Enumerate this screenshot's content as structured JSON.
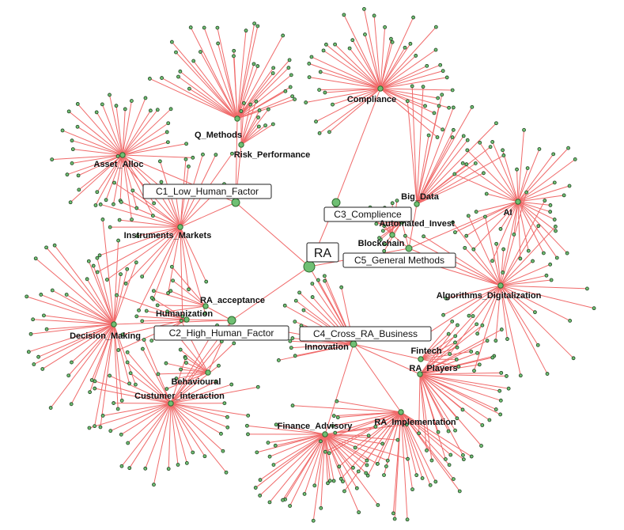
{
  "diagram": {
    "root": "RA",
    "categories": [
      {
        "id": "c1",
        "label": "C1_Low_Human_Factor",
        "topics": [
          {
            "id": "asset",
            "label": "Asset_Alloc",
            "leaves": 38
          },
          {
            "id": "qmeth",
            "label": "Q_Methods",
            "leaves": 30
          },
          {
            "id": "riskperf",
            "label": "Risk_Performance",
            "leaves": 10
          },
          {
            "id": "instr",
            "label": "Instruments_Markets",
            "leaves": 30
          }
        ]
      },
      {
        "id": "c2",
        "label": "C2_High_Human_Factor",
        "topics": [
          {
            "id": "raacc",
            "label": "RA_acceptance",
            "leaves": 6
          },
          {
            "id": "human",
            "label": "Humanization",
            "leaves": 8
          },
          {
            "id": "decis",
            "label": "Decision_Making",
            "leaves": 36
          },
          {
            "id": "behav",
            "label": "Behavioural",
            "leaves": 10
          },
          {
            "id": "cust",
            "label": "Custumer_interaction",
            "leaves": 38
          }
        ]
      },
      {
        "id": "c3",
        "label": "C3_Complience",
        "topics": [
          {
            "id": "compl",
            "label": "Compliance",
            "leaves": 40
          }
        ]
      },
      {
        "id": "c4",
        "label": "C4_Cross_RA_Business",
        "topics": [
          {
            "id": "innov",
            "label": "Innovation",
            "leaves": 18
          },
          {
            "id": "fintech",
            "label": "Fintech",
            "leaves": 8
          },
          {
            "id": "raplay",
            "label": "RA_Players",
            "leaves": 30
          },
          {
            "id": "finadv",
            "label": "Finance_Advisory",
            "leaves": 38
          },
          {
            "id": "raimpl",
            "label": "RA_Implementation",
            "leaves": 32
          }
        ]
      },
      {
        "id": "c5",
        "label": "C5_General Methods",
        "topics": [
          {
            "id": "bigdata",
            "label": "Big_Data",
            "leaves": 18
          },
          {
            "id": "autoinv",
            "label": "Automated_Invest",
            "leaves": 10
          },
          {
            "id": "block",
            "label": "Blockchain",
            "leaves": 6
          },
          {
            "id": "ai",
            "label": "AI",
            "leaves": 34
          },
          {
            "id": "algo",
            "label": "Algorithms_Digitalization",
            "leaves": 34
          }
        ]
      }
    ]
  }
}
